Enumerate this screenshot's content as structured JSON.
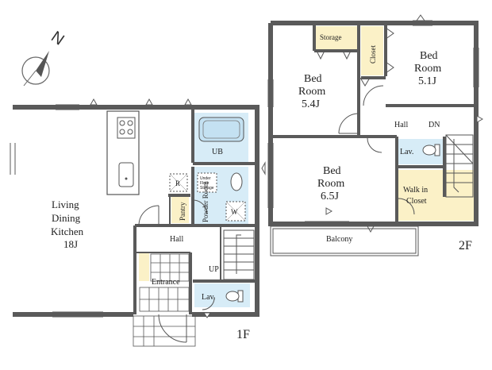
{
  "compass": {
    "label": "N"
  },
  "floor1": {
    "label": "1F",
    "ldk": {
      "lines": [
        "Living",
        "Dining",
        "Kitchen"
      ],
      "size": "18J"
    },
    "ub": "UB",
    "refrigerator_mark": "R",
    "underfloor_storage": [
      "Under",
      "Floor",
      "Storage"
    ],
    "washer_mark": "W",
    "pantry": "Pantry",
    "powder_room": "Powder Room",
    "hall": "Hall",
    "up": "UP",
    "entrance": "Entrance",
    "lav": "Lav."
  },
  "floor2": {
    "label": "2F",
    "storage": "Storage",
    "closet": "Closet",
    "bed_5_4": {
      "lines": [
        "Bed",
        "Room"
      ],
      "size": "5.4J"
    },
    "bed_5_1": {
      "lines": [
        "Bed",
        "Room"
      ],
      "size": "5.1J"
    },
    "bed_6_5": {
      "lines": [
        "Bed",
        "Room"
      ],
      "size": "6.5J"
    },
    "hall": "Hall",
    "dn": "DN",
    "lav": "Lav.",
    "walk_in_closet": [
      "Walk in",
      "Closet"
    ],
    "balcony": "Balcony"
  },
  "colors": {
    "wall": "#5a5a5a",
    "wet_area": "#d7ecf7",
    "storage_area": "#fbf1c7",
    "line": "#444444"
  }
}
